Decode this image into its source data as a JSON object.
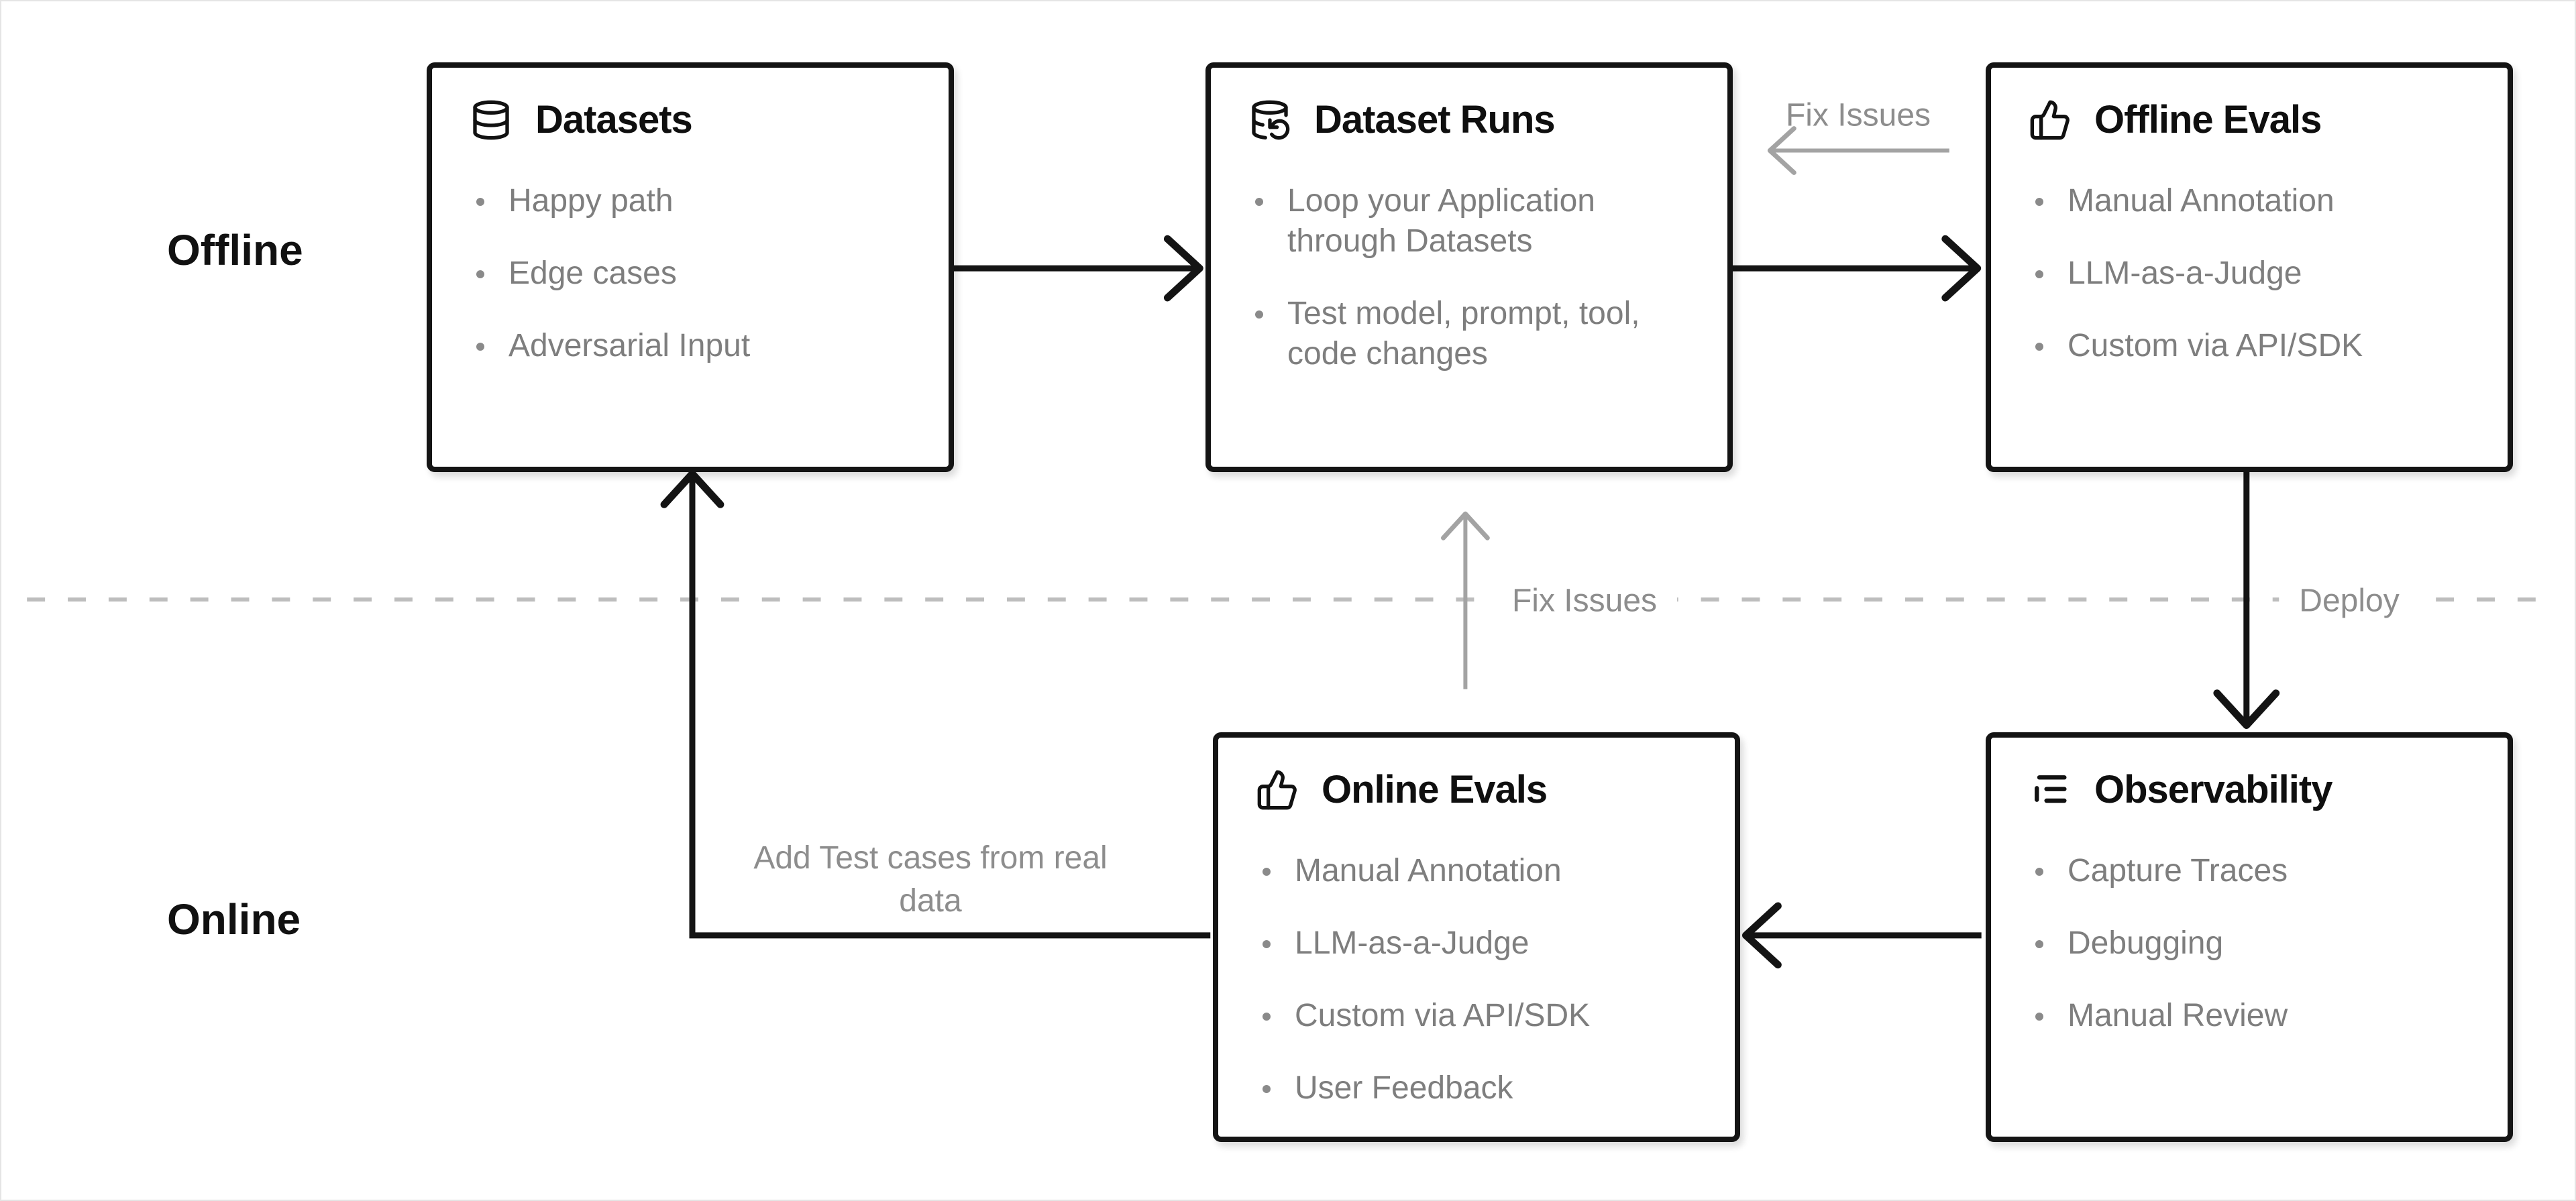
{
  "rows": {
    "offline": "Offline",
    "online": "Online"
  },
  "boxes": [
    {
      "id": "datasets",
      "icon": "database-icon",
      "title": "Datasets",
      "items": [
        "Happy path",
        "Edge cases",
        "Adversarial Input"
      ]
    },
    {
      "id": "dataset-runs",
      "icon": "database-backup-icon",
      "title": "Dataset Runs",
      "items": [
        "Loop your Application through Datasets",
        "Test model, prompt, tool, code changes"
      ]
    },
    {
      "id": "offline-evals",
      "icon": "thumbs-up-icon",
      "title": "Offline Evals",
      "items": [
        "Manual Annotation",
        "LLM-as-a-Judge",
        "Custom via API/SDK"
      ]
    },
    {
      "id": "online-evals",
      "icon": "thumbs-up-icon",
      "title": "Online Evals",
      "items": [
        "Manual Annotation",
        "LLM-as-a-Judge",
        "Custom via API/SDK",
        "User Feedback"
      ]
    },
    {
      "id": "observability",
      "icon": "list-tree-icon",
      "title": "Observability",
      "items": [
        "Capture Traces",
        "Debugging",
        "Manual Review"
      ]
    }
  ],
  "edge_labels": {
    "fix_issues_top": "Fix Issues",
    "fix_issues_mid": "Fix Issues",
    "deploy": "Deploy",
    "add_test_cases": "Add Test cases from real data"
  },
  "colors": {
    "box_border": "#141414",
    "arrow_black": "#141414",
    "arrow_gray": "#a3a3a3",
    "dashed_line": "#bdbdbd",
    "bullet_text": "#7e7e7e",
    "edge_label_text": "#8d8d8d",
    "background": "#ffffff"
  }
}
